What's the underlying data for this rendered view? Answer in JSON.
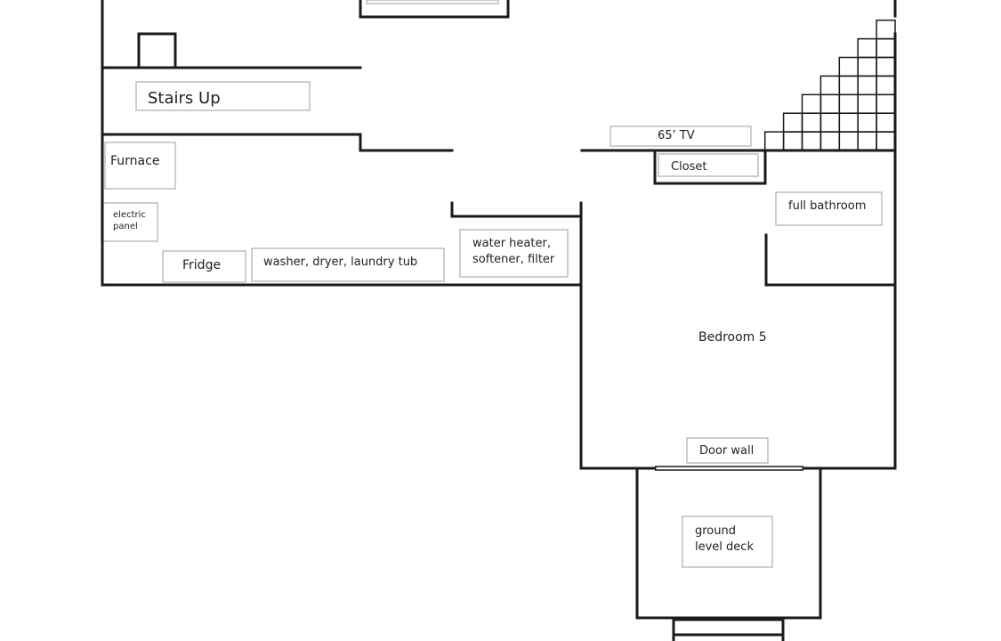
{
  "floor_plan": {
    "labels": {
      "stairs_up": "Stairs Up",
      "furnace": "Furnace",
      "electric_panel_line1": "electric",
      "electric_panel_line2": "panel",
      "fridge": "Fridge",
      "laundry": "washer, dryer, laundry tub",
      "water_heater_line1": "water heater,",
      "water_heater_line2": "softener, filter",
      "tv": "65’ TV",
      "closet": "Closet",
      "full_bathroom": "full bathroom",
      "bedroom": "Bedroom 5",
      "door_wall": "Door wall",
      "deck_line1": "ground",
      "deck_line2": "level deck"
    },
    "colors": {
      "wall": "#1a1a1a",
      "label_box_border": "#bdbdbd",
      "background": "#ffffff"
    }
  }
}
